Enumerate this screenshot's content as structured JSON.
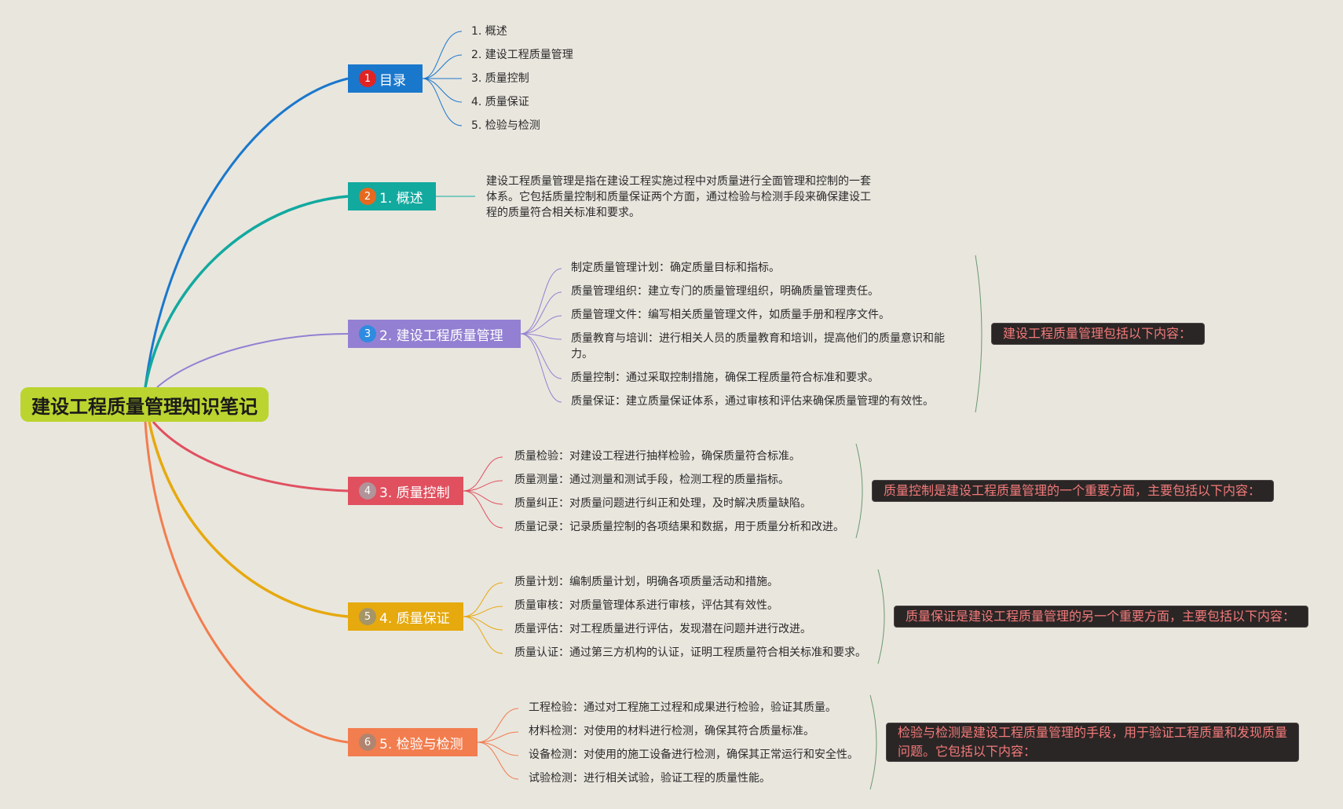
{
  "root": {
    "title": "建设工程质量管理知识笔记"
  },
  "colors": {
    "toc": "#1a78cc",
    "overview": "#12a99f",
    "management": "#9380d2",
    "control": "#e0505f",
    "assurance": "#e6a90e",
    "inspection": "#f27d4e",
    "root": "#bbd42f"
  },
  "branches": {
    "toc": {
      "badge": "1",
      "label": "目录",
      "items": [
        "1. 概述",
        "2. 建设工程质量管理",
        "3. 质量控制",
        "4. 质量保证",
        "5. 检验与检测"
      ]
    },
    "overview": {
      "badge": "2",
      "label": "1. 概述",
      "text": "建设工程质量管理是指在建设工程实施过程中对质量进行全面管理和控制的一套体系。它包括质量控制和质量保证两个方面，通过检验与检测手段来确保建设工程的质量符合相关标准和要求。"
    },
    "management": {
      "badge": "3",
      "label": "2. 建设工程质量管理",
      "items": [
        "制定质量管理计划：确定质量目标和指标。",
        "质量管理组织：建立专门的质量管理组织，明确质量管理责任。",
        "质量管理文件：编写相关质量管理文件，如质量手册和程序文件。",
        "质量教育与培训：进行相关人员的质量教育和培训，提高他们的质量意识和能力。",
        "质量控制：通过采取控制措施，确保工程质量符合标准和要求。",
        "质量保证：建立质量保证体系，通过审核和评估来确保质量管理的有效性。"
      ],
      "summary": "建设工程质量管理包括以下内容："
    },
    "control": {
      "badge": "4",
      "label": "3. 质量控制",
      "items": [
        "质量检验：对建设工程进行抽样检验，确保质量符合标准。",
        "质量测量：通过测量和测试手段，检测工程的质量指标。",
        "质量纠正：对质量问题进行纠正和处理，及时解决质量缺陷。",
        "质量记录：记录质量控制的各项结果和数据，用于质量分析和改进。"
      ],
      "summary": "质量控制是建设工程质量管理的一个重要方面，主要包括以下内容："
    },
    "assurance": {
      "badge": "5",
      "label": "4. 质量保证",
      "items": [
        "质量计划：编制质量计划，明确各项质量活动和措施。",
        "质量审核：对质量管理体系进行审核，评估其有效性。",
        "质量评估：对工程质量进行评估，发现潜在问题并进行改进。",
        "质量认证：通过第三方机构的认证，证明工程质量符合相关标准和要求。"
      ],
      "summary": "质量保证是建设工程质量管理的另一个重要方面，主要包括以下内容："
    },
    "inspection": {
      "badge": "6",
      "label": "5. 检验与检测",
      "items": [
        "工程检验：通过对工程施工过程和成果进行检验，验证其质量。",
        "材料检测：对使用的材料进行检测，确保其符合质量标准。",
        "设备检测：对使用的施工设备进行检测，确保其正常运行和安全性。",
        "试验检测：进行相关试验，验证工程的质量性能。"
      ],
      "summary": "检验与检测是建设工程质量管理的手段，用于验证工程质量和发现质量问题。它包括以下内容："
    }
  }
}
